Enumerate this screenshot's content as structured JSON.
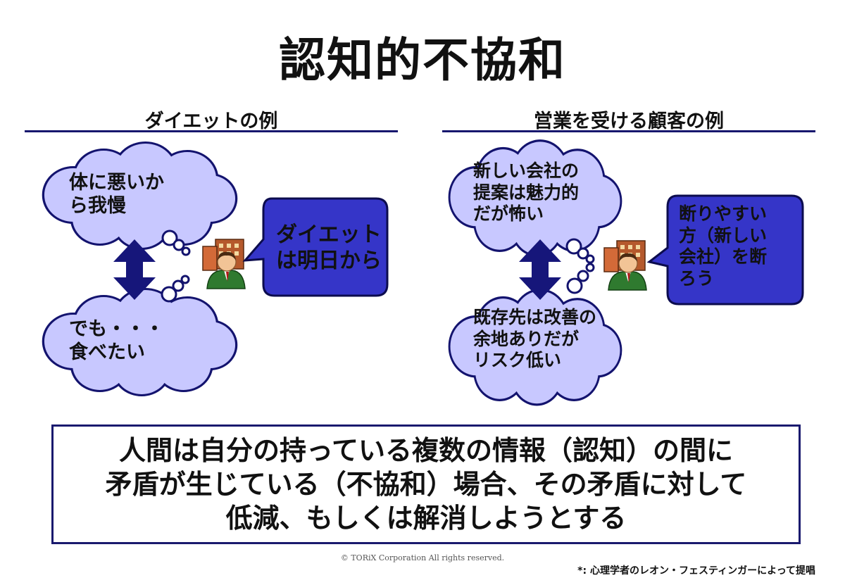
{
  "title": "認知的不協和",
  "left_section": {
    "heading": "ダイエットの例",
    "cloud_top": "体に悪いか\nら我慢",
    "cloud_bottom": "でも・・・\n食べたい",
    "speech": "ダイエット\nは明日から"
  },
  "right_section": {
    "heading": "営業を受ける顧客の例",
    "cloud_top": "新しい会社の\n提案は魅力的\nだが怖い",
    "cloud_bottom": "既存先は改善の\n余地ありだが\nリスク低い",
    "speech": "断りやすい\n方（新しい\n会社）を断\nろう"
  },
  "summary": "人間は自分の持っている複数の情報（認知）の間に\n矛盾が生じている（不協和）場合、その矛盾に対して\n低減、もしくは解消しようとする",
  "copyright": "© TORiX Corporation All rights reserved.",
  "footnote": "*: 心理学者のレオン・フェスティンガーによって提唱",
  "icons": [
    "cloud-icon",
    "double-arrow-icon",
    "person-icon",
    "building-icon",
    "speech-bubble-icon"
  ],
  "colors": {
    "cloud_fill": "#c8c8ff",
    "outline": "#13136e",
    "arrow": "#16167a",
    "person_suit": "#2f7a2f",
    "building": "#b5592c"
  }
}
